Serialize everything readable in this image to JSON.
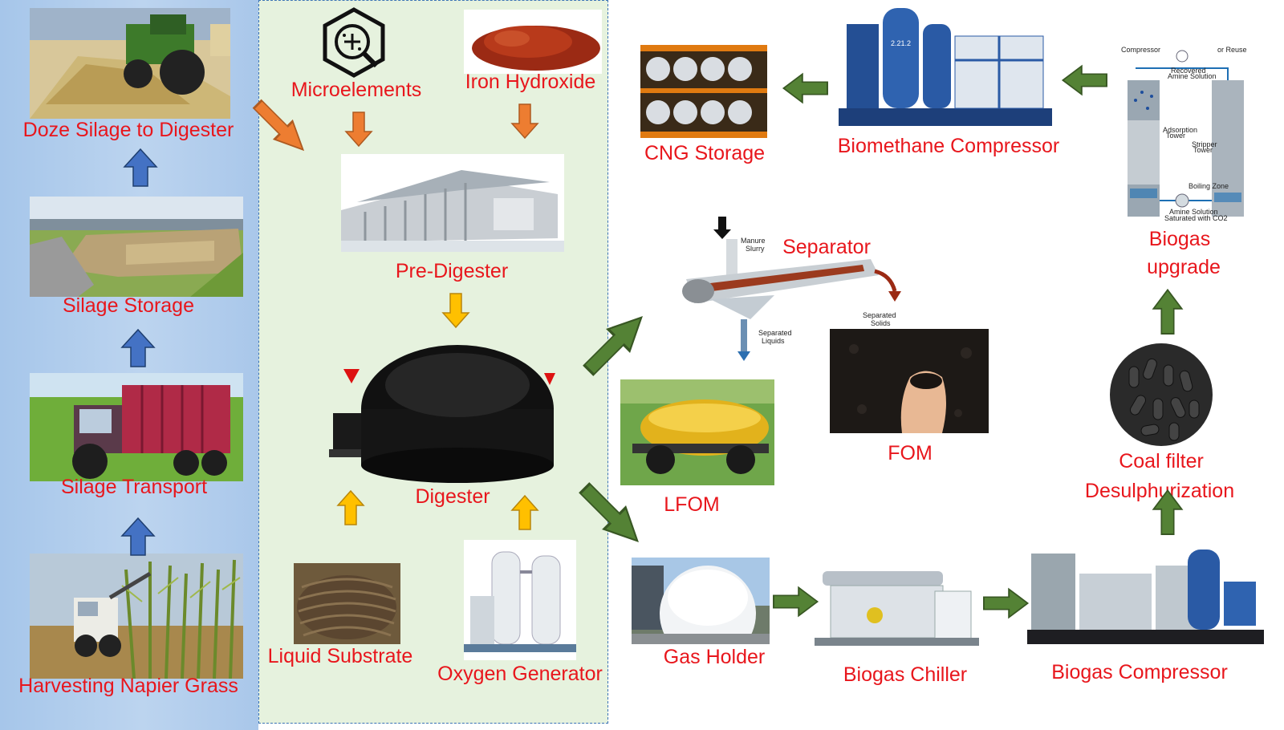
{
  "left_column": {
    "doze": "Doze Silage to Digester",
    "storage": "Silage Storage",
    "transport": "Silage Transport",
    "harvest": "Harvesting Napier Grass"
  },
  "middle_column": {
    "microelements": "Microelements",
    "iron": "Iron Hydroxide",
    "pre_digester": "Pre-Digester",
    "digester": "Digester",
    "liquid_substrate": "Liquid Substrate",
    "oxygen_generator": "Oxygen Generator"
  },
  "right_area": {
    "cng_storage": "CNG Storage",
    "biomethane_compressor": "Biomethane Compressor",
    "biogas_upgrade_line1": "Biogas",
    "biogas_upgrade_line2": "upgrade",
    "separator": "Separator",
    "fom": "FOM",
    "lfom": "LFOM",
    "coal_filter_line1": "Coal filter",
    "coal_filter_line2": "Desulphurization",
    "gas_holder": "Gas Holder",
    "biogas_chiller": "Biogas Chiller",
    "biogas_compressor": "Biogas Compressor"
  },
  "separator_figure": {
    "manure": "Manure",
    "slurry": "Slurry",
    "separated_solids_1": "Separated",
    "separated_solids_2": "Solids",
    "separated_liquids_1": "Separated",
    "separated_liquids_2": "Liquids"
  },
  "compressor_plate": "2.21.2",
  "upgrade_figure": {
    "compressor": "Compressor",
    "recovered": "Recovered",
    "amine_solution": "Amine Solution",
    "reuse": "or Reuse",
    "adsorption": "Adsorption",
    "tower": "Tower",
    "stripper": "Stripper",
    "boiling_zone": "Boiling Zone",
    "amine_saturated": "Amine Solution",
    "saturated": "Saturated with CO2"
  },
  "colors": {
    "label_red": "#e8161c",
    "arrow_blue": "#4472c4",
    "arrow_orange": "#ed7d31",
    "arrow_yellow": "#ffc000",
    "arrow_green": "#548235",
    "panel_blue": "#a6c6ea",
    "panel_green": "#e6f2de"
  }
}
